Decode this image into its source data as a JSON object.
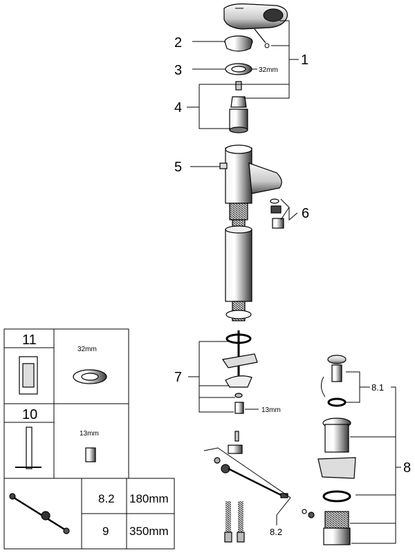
{
  "callouts": {
    "c1": "1",
    "c2": "2",
    "c3": "3",
    "c4": "4",
    "c5": "5",
    "c6": "6",
    "c7": "7",
    "c8": "8",
    "c81": "8.1",
    "c82": "8.2"
  },
  "dims": {
    "ring_32": "32mm",
    "nut_13": "13mm"
  },
  "inset": {
    "t11": "11",
    "t11_dim": "32mm",
    "t10": "10",
    "t10_dim": "13mm"
  },
  "table": {
    "r1c1": "8.2",
    "r1c2": "180mm",
    "r2c1": "9",
    "r2c2": "350mm"
  }
}
